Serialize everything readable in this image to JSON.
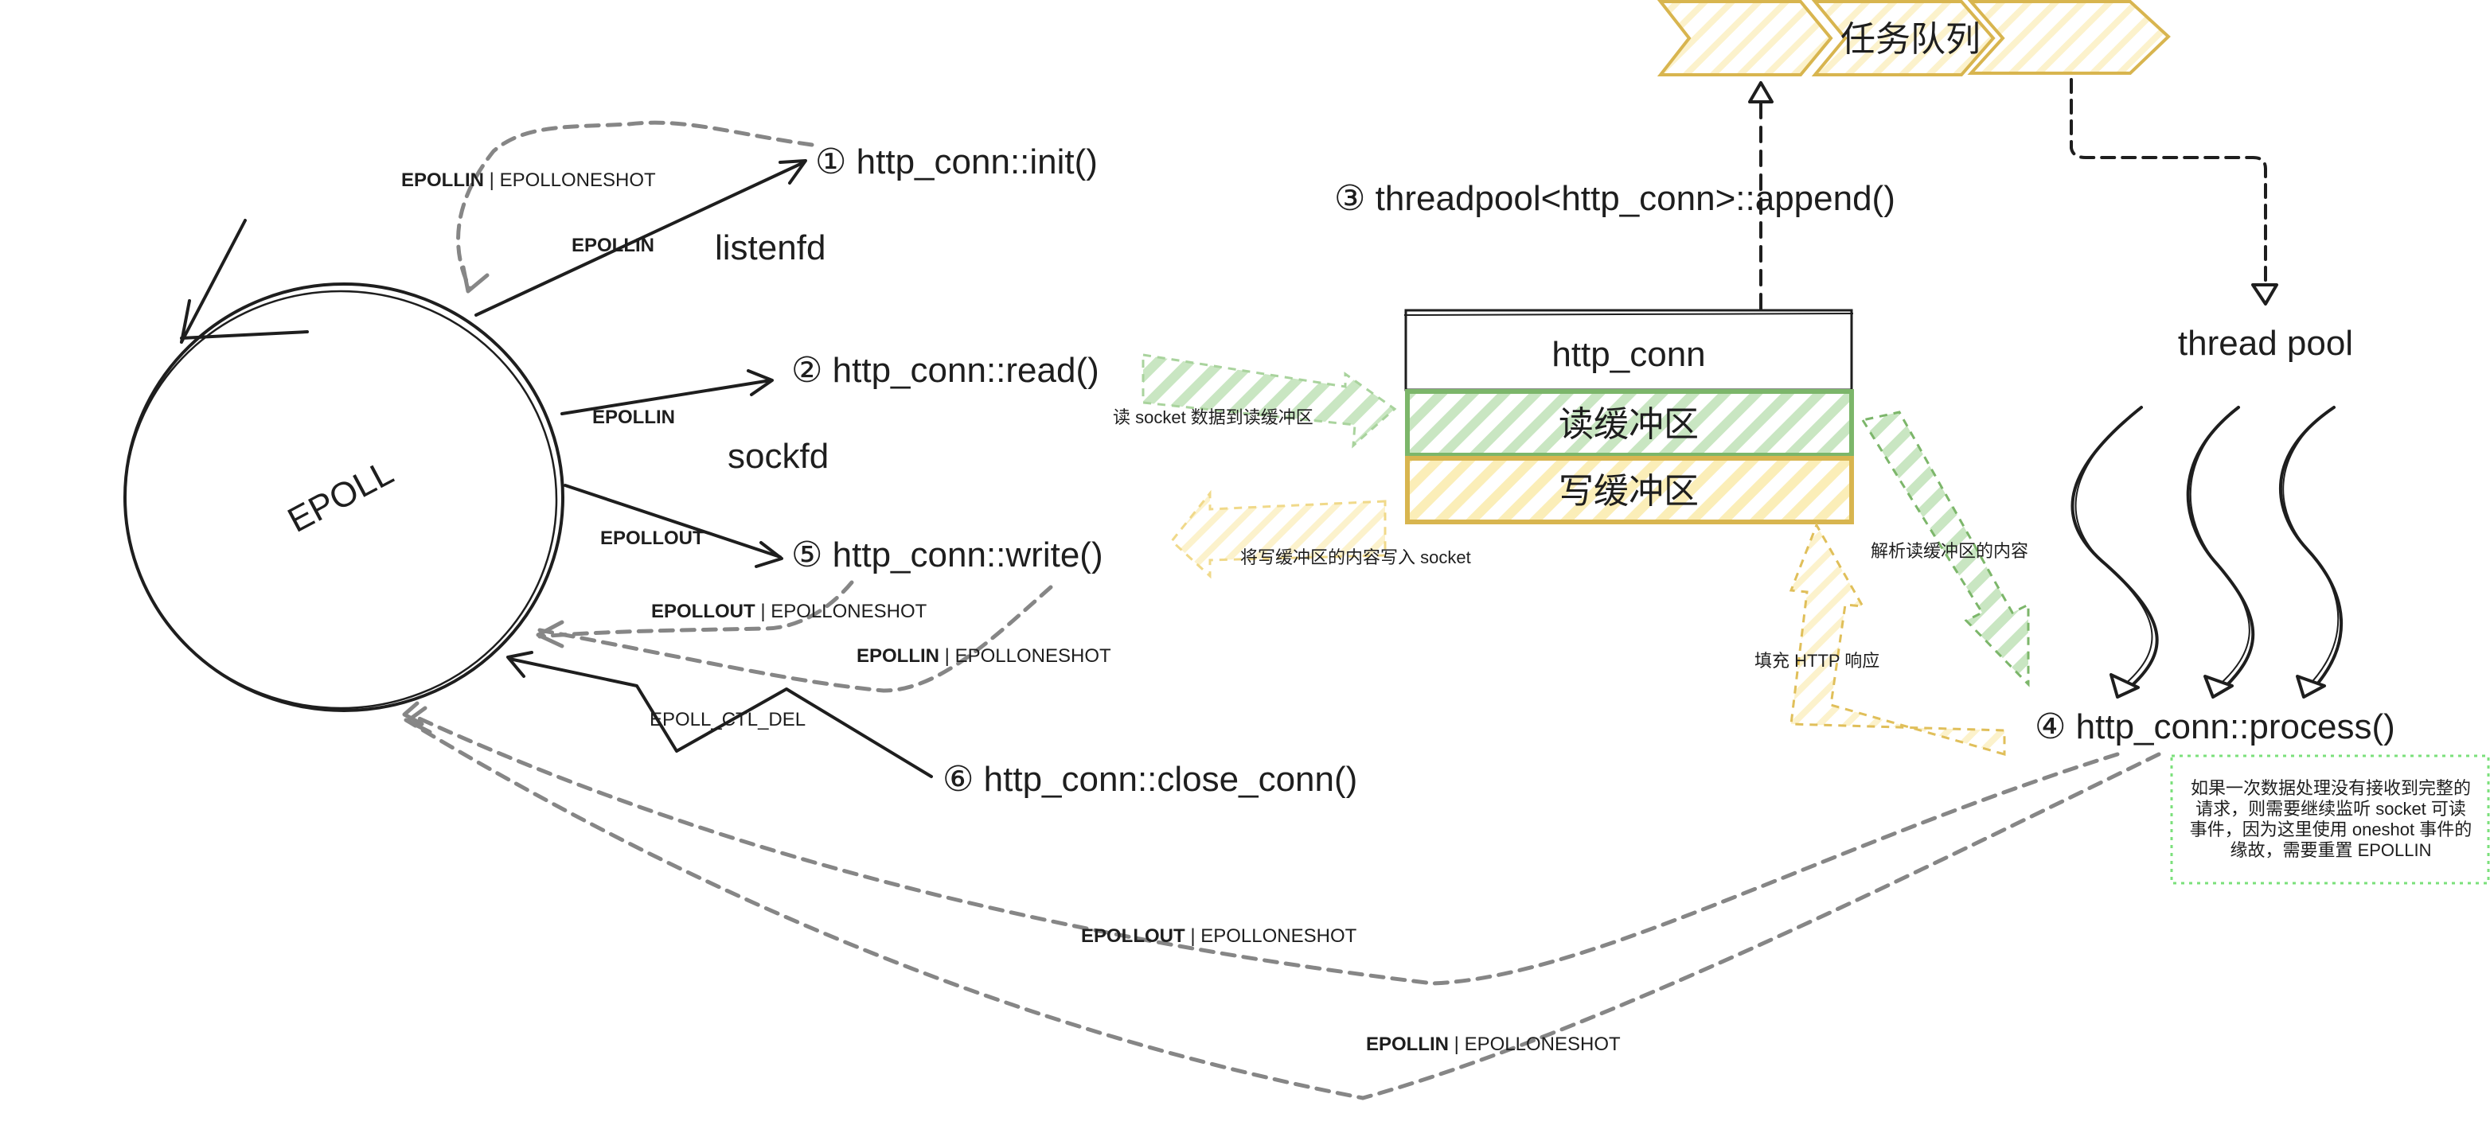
{
  "colors": {
    "stroke": "#1e1e1e",
    "gray_arrow": "#868686",
    "green": "#7cb66a",
    "green_fill": "#c9e6c2",
    "yellow": "#d8b54f",
    "yellow_fill": "#fbeeb8",
    "note_border": "#7be07b"
  },
  "epoll": {
    "label": "EPOLL"
  },
  "steps": {
    "init": "① http_conn::init()",
    "read": "② http_conn::read()",
    "append": "③ threadpool<http_conn>::append()",
    "process": "④ http_conn::process()",
    "write": "⑤ http_conn::write()",
    "close": "⑥ http_conn::close_conn()"
  },
  "fds": {
    "listenfd": "listenfd",
    "sockfd": "sockfd"
  },
  "events": {
    "epollin": "EPOLLIN",
    "epollout": "EPOLLOUT",
    "oneshot_suffix": " | EPOLLONESHOT",
    "ctl_del": "EPOLL_CTL_DEL"
  },
  "conn_box": {
    "title": "http_conn",
    "read_buffer": "读缓冲区",
    "write_buffer": "写缓冲区"
  },
  "task_queue": {
    "label": "任务队列"
  },
  "thread_pool": {
    "label": "thread pool"
  },
  "flows": {
    "read_to_buffer": "读 socket 数据到读缓冲区",
    "write_to_socket": "将写缓冲区的内容写入 socket",
    "parse_read_buffer": "解析读缓冲区的内容",
    "fill_response": "填充 HTTP 响应"
  },
  "note": {
    "lines": [
      "如果一次数据处理没有接收到完整的",
      "请求，则需要继续监听 socket 可读",
      "事件，因为这里使用 oneshot 事件的",
      "缘故，需要重置 EPOLLIN"
    ]
  }
}
